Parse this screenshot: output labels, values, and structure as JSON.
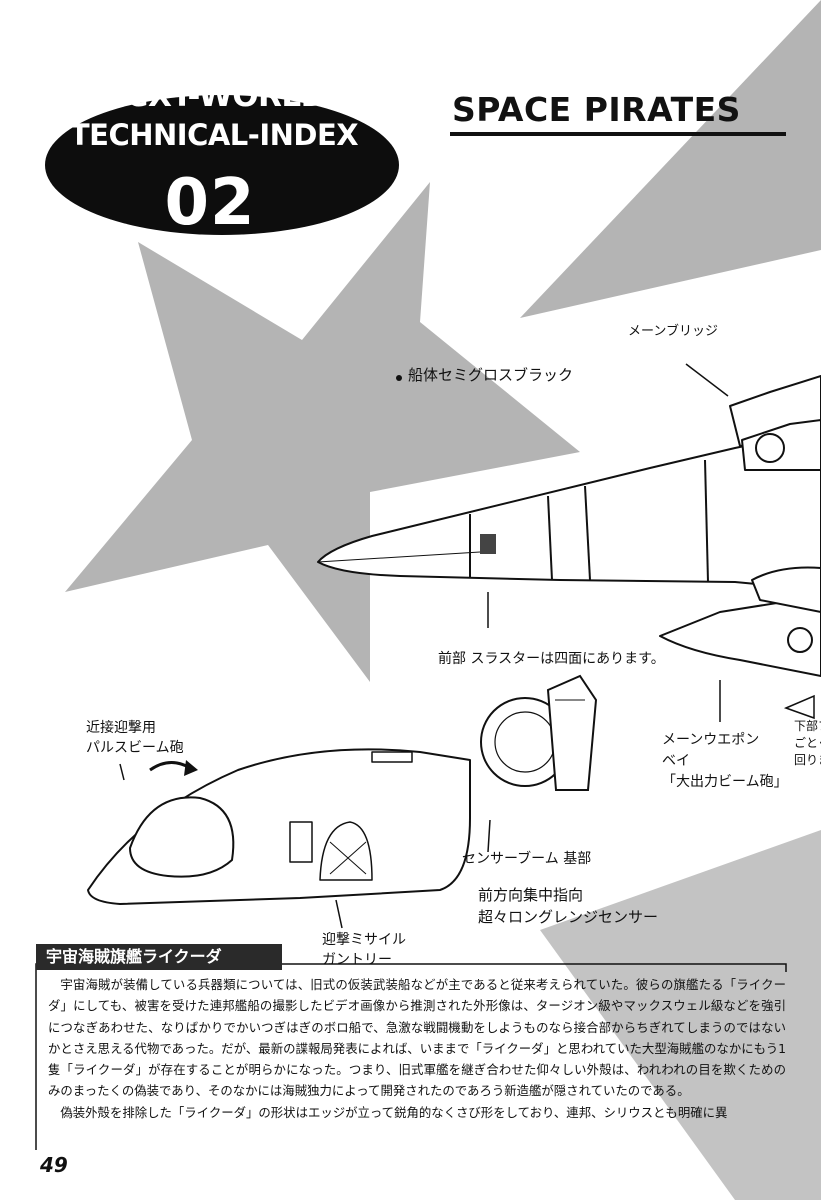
{
  "header": {
    "line1": "NeXT-WORLD",
    "line2": "TECHNICAL-INDEX",
    "line3": "02"
  },
  "series_title": "SPACE PIRATES",
  "annotations": {
    "hull_color": "船体セミグロスブラック",
    "main_bridge": "メーンブリッジ",
    "front_thruster": "前部 スラスターは四面にあります。",
    "main_weapon": "メーンウエポン\nベイ\n「大出力ビーム砲」",
    "lower_partial": "下部ブ\nごとく\n回りま",
    "pulse_beam": "近接迎撃用\nパルスビーム砲",
    "sensor_boom": "センサーブーム 基部",
    "long_range_sensor": "前方向集中指向\n超々ロングレンジセンサー",
    "missile_gantry": "迎撃ミサイル\nガントリー"
  },
  "section_title": "宇宙海賊旗艦ライクーダ",
  "body_paragraphs": [
    "宇宙海賊が装備している兵器類については、旧式の仮装武装船などが主であると従来考えられていた。彼らの旗艦たる「ライクーダ」にしても、被害を受けた連邦艦船の撮影したビデオ画像から推測された外形像は、タージオン級やマックスウェル級などを強引につなぎあわせた、なりばかりでかいつぎはぎのボロ船で、急激な戦闘機動をしようものなら接合部からちぎれてしまうのではないかとさえ思える代物であった。だが、最新の諜報局発表によれば、いままで「ライクーダ」と思われていた大型海賊艦のなかにもう1隻「ライクーダ」が存在することが明らかになった。つまり、旧式軍艦を継ぎ合わせた仰々しい外殻は、われわれの目を欺くためのみのまったくの偽装であり、そのなかには海賊独力によって開発されたのであろう新造艦が隠されていたのである。",
    "偽装外殻を排除した「ライクーダ」の形状はエッジが立って鋭角的なくさび形をしており、連邦、シリウスとも明確に異"
  ],
  "page_number": "49",
  "colors": {
    "star_gray": "#b4b4b4",
    "ink": "#111111",
    "title_bar": "#2a2a2a"
  }
}
